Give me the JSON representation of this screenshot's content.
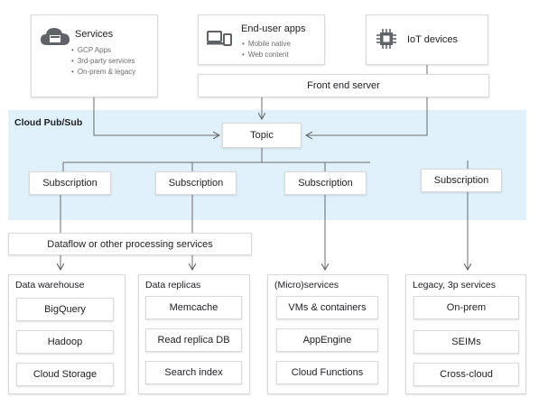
{
  "sources": {
    "services": {
      "title": "Services",
      "items": [
        "GCP Apps",
        "3rd-party services",
        "On-prem & legacy"
      ],
      "icon": "cloud-icon"
    },
    "enduser": {
      "title": "End-user apps",
      "items": [
        "Mobile native",
        "Web content"
      ],
      "icon": "laptop-phone-icon"
    },
    "iot": {
      "title": "IoT devices",
      "icon": "chip-icon"
    },
    "frontend": "Front end server"
  },
  "pubsub": {
    "title": "Cloud Pub/Sub",
    "topic": "Topic",
    "subscriptions": [
      "Subscription",
      "Subscription",
      "Subscription",
      "Subscription"
    ]
  },
  "dataflow": "Dataflow or other processing services",
  "groups": [
    {
      "title": "Data warehouse",
      "items": [
        "BigQuery",
        "Hadoop",
        "Cloud Storage"
      ]
    },
    {
      "title": "Data replicas",
      "items": [
        "Memcache",
        "Read replica DB",
        "Search index"
      ]
    },
    {
      "title": "(Micro)services",
      "items": [
        "VMs & containers",
        "AppEngine",
        "Cloud Functions"
      ]
    },
    {
      "title": "Legacy, 3p services",
      "items": [
        "On-prem",
        "SEIMs",
        "Cross-cloud"
      ]
    }
  ],
  "colors": {
    "band": "#e1f1fb",
    "icon_bg": "#5f6368",
    "line": "#5f6368",
    "border": "#d9d9d9"
  }
}
